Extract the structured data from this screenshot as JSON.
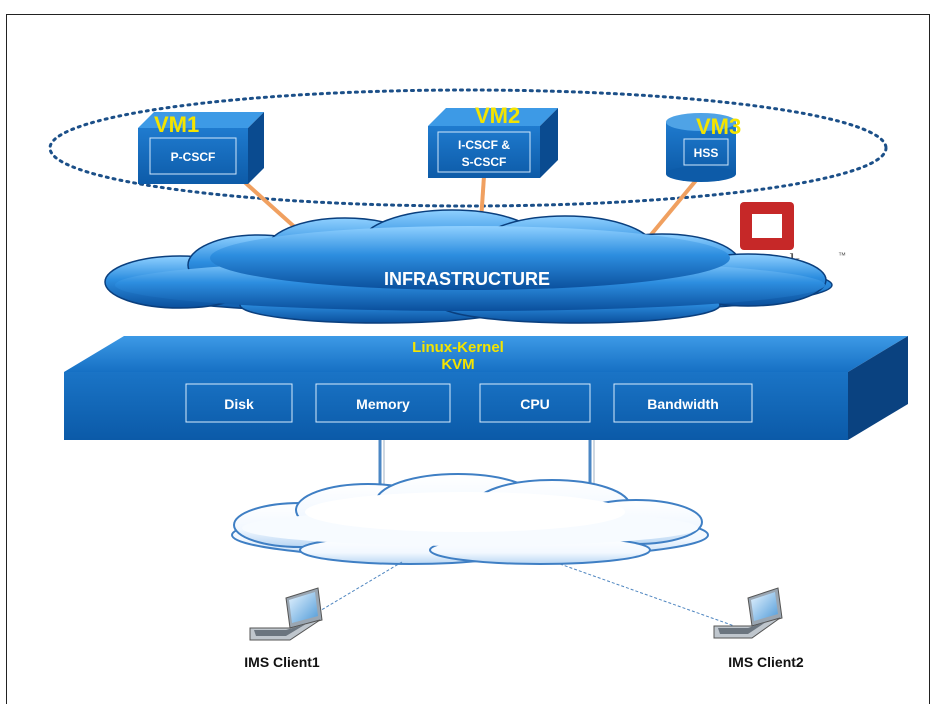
{
  "vms": [
    {
      "tag": "VM1",
      "lines": [
        "P-CSCF"
      ]
    },
    {
      "tag": "VM2",
      "lines": [
        "I-CSCF &",
        "S-CSCF"
      ]
    },
    {
      "tag": "VM3",
      "lines": [
        "HSS"
      ]
    }
  ],
  "infrastructure_label": "INFRASTRUCTURE",
  "openstack_logo": {
    "text": "openstack",
    "tm": "™"
  },
  "kernel": {
    "line1": "Linux-Kernel",
    "line2": "KVM"
  },
  "resources": [
    "Disk",
    "Memory",
    "CPU",
    "Bandwidth"
  ],
  "clients": [
    "IMS Client1",
    "IMS Client2"
  ],
  "colors": {
    "blue_dark": "#0b5aa8",
    "blue_mid": "#1670c4",
    "blue_light": "#4fa3e6",
    "vm_label": "#f4e400",
    "kernel_label": "#f4e400",
    "orange_link": "#f0a060",
    "openstack_red": "#d32f2f"
  }
}
